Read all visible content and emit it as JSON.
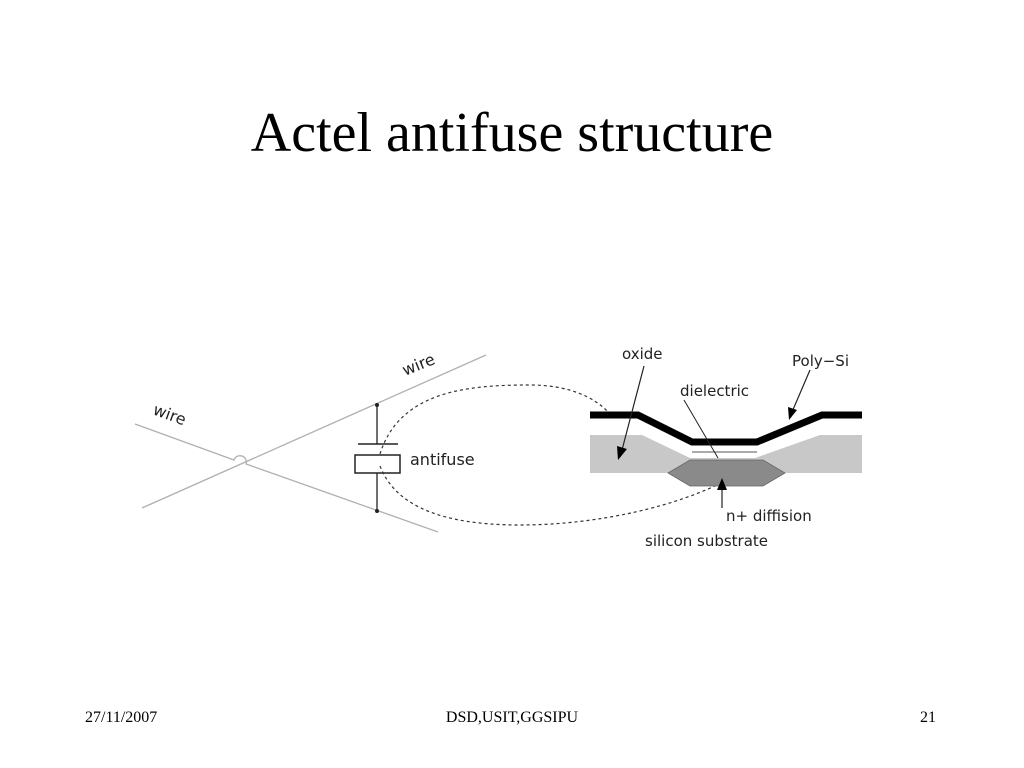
{
  "slide": {
    "title": "Actel antifuse structure"
  },
  "diagram": {
    "labels": {
      "wire_upper": "wire",
      "wire_left": "wire",
      "antifuse": "antifuse",
      "oxide": "oxide",
      "dielectric": "dielectric",
      "poly_si": "Poly−Si",
      "n_diffusion": "n+ diffision",
      "silicon_substrate": "silicon substrate"
    },
    "colors": {
      "oxide": "#c8c8c8",
      "n_diffusion": "#8a8a8a",
      "poly_si": "#000000",
      "wire": "#b0b0b0"
    }
  },
  "footer": {
    "date": "27/11/2007",
    "center": "DSD,USIT,GGSIPU",
    "page_number": "21"
  }
}
